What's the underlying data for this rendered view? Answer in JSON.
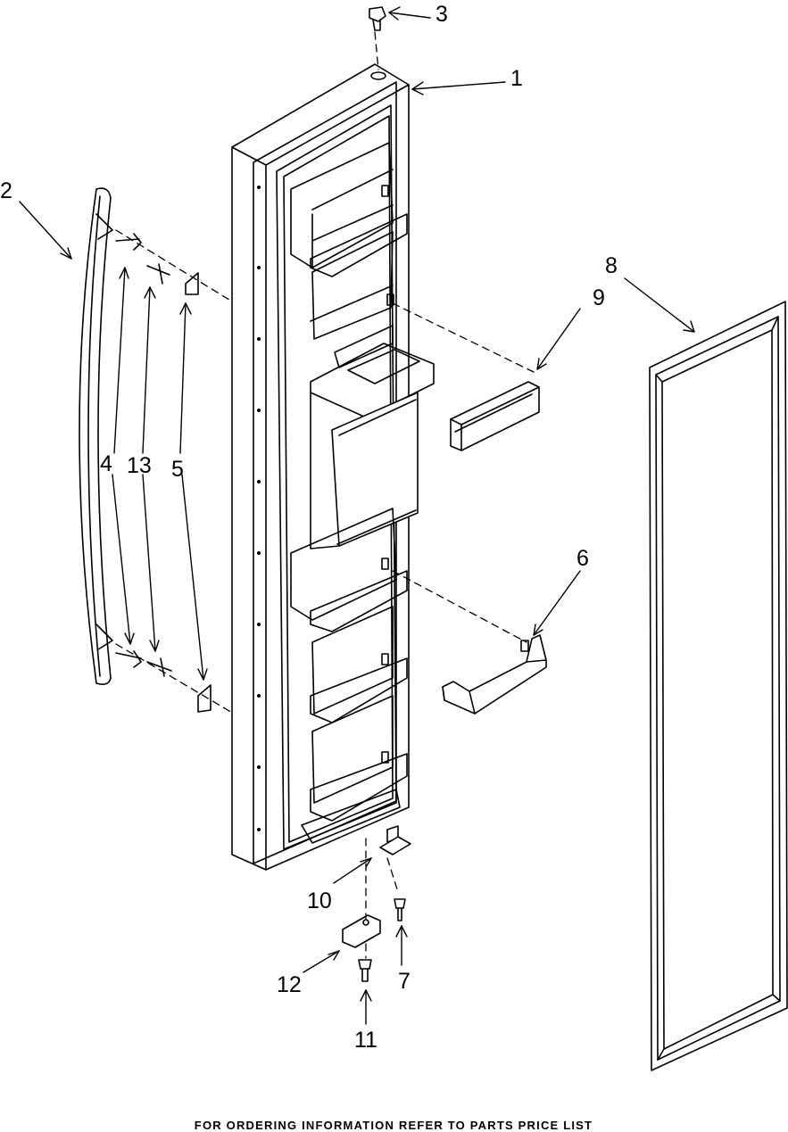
{
  "footer_text": "FOR ORDERING INFORMATION REFER TO PARTS PRICE LIST",
  "callouts": {
    "door": "1",
    "handle": "2",
    "top_plug": "3",
    "screw_a": "4",
    "clip": "5",
    "bin_small": "6",
    "screw_lower": "7",
    "gasket": "8",
    "trim_strip": "9",
    "hinge_pin": "10",
    "screw_bottom": "11",
    "hinge_bracket": "12",
    "stud": "13"
  }
}
